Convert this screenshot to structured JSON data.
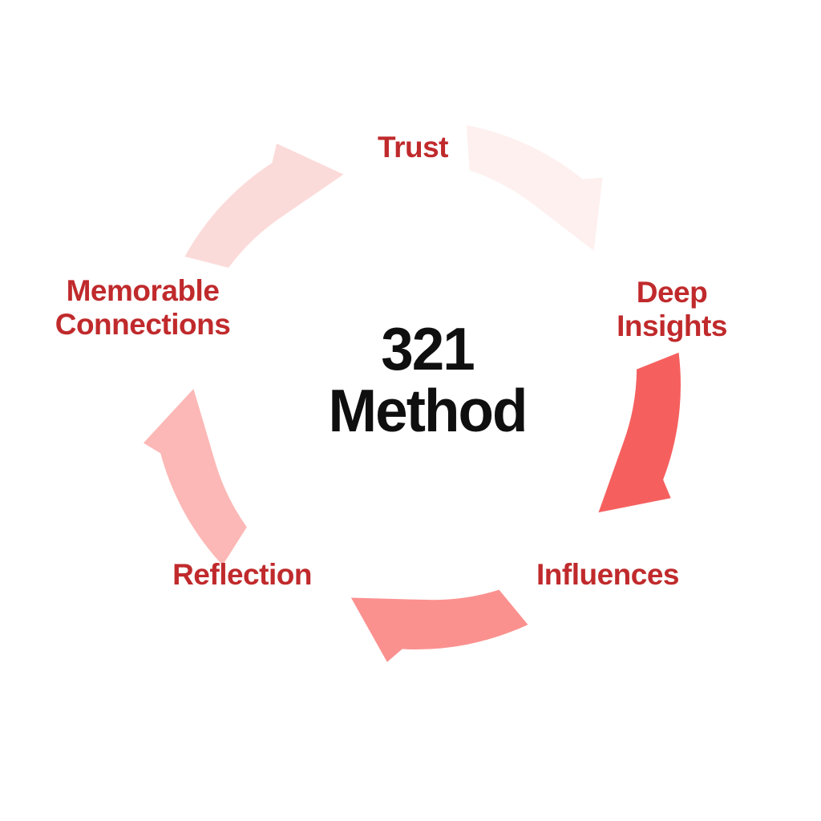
{
  "diagram": {
    "background": "#ffffff",
    "center_title": "321\nMethod",
    "center_title_color": "#0f0f0f",
    "label_color": "#c02a2c",
    "steps": [
      {
        "label": "Trust"
      },
      {
        "label": "Deep\nInsights"
      },
      {
        "label": "Influences"
      },
      {
        "label": "Reflection"
      },
      {
        "label": "Memorable\nConnections"
      }
    ],
    "arrows": [
      {
        "name": "trust-to-deep-insights",
        "color": "#fdf0ee"
      },
      {
        "name": "deep-insights-to-influences",
        "color": "#f5605f"
      },
      {
        "name": "influences-to-reflection",
        "color": "#fb918f"
      },
      {
        "name": "reflection-to-memorable-connections",
        "color": "#fcb8b6"
      },
      {
        "name": "memorable-connections-to-trust",
        "color": "#fbdbd9"
      }
    ]
  }
}
